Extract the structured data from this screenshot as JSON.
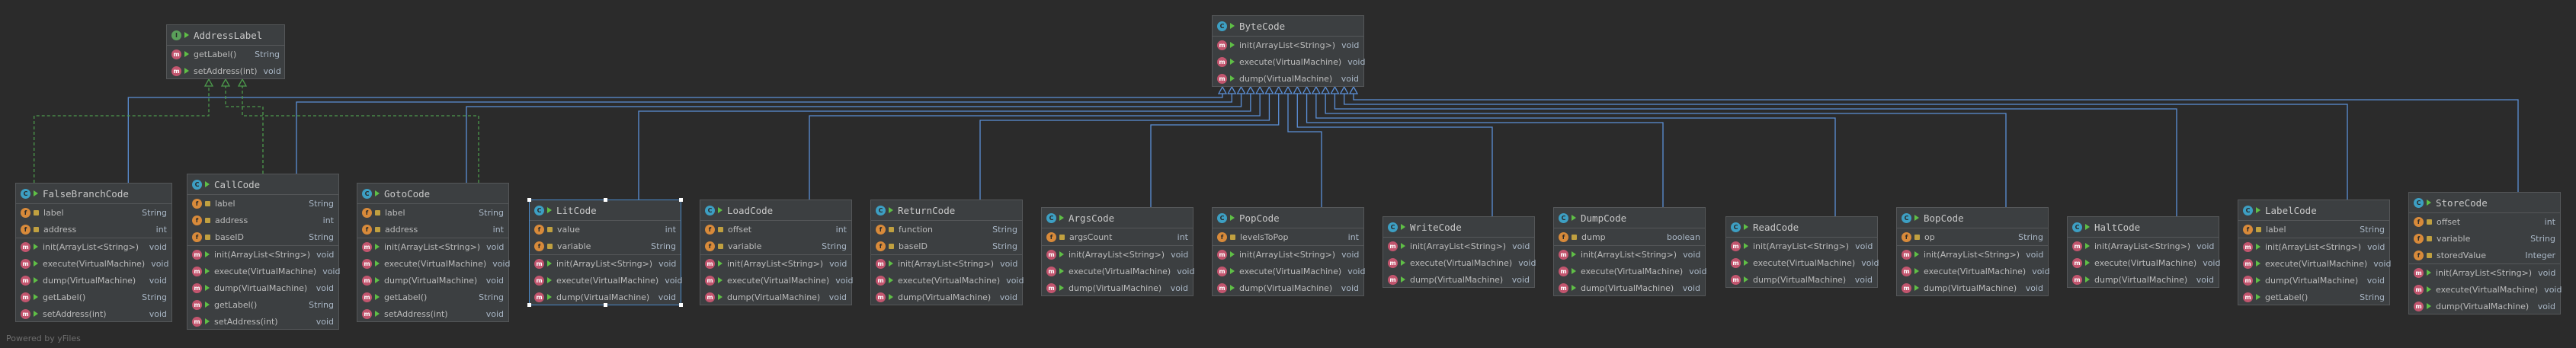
{
  "footer": "Powered by yFiles",
  "colors": {
    "background": "#2b2b2b",
    "node_fill": "#3c3f41",
    "inheritance_edge": "#5b8fd6",
    "realization_edge": "#4c9a4c",
    "selection": "#4a88c7"
  },
  "classes": [
    {
      "id": "AddressLabel",
      "name": "AddressLabel",
      "kind": "interface",
      "fields": [],
      "methods": [
        {
          "name": "getLabel()",
          "type": "String"
        },
        {
          "name": "setAddress(int)",
          "type": "void"
        }
      ]
    },
    {
      "id": "ByteCode",
      "name": "ByteCode",
      "kind": "abstract",
      "fields": [],
      "methods": [
        {
          "name": "init(ArrayList<String>)",
          "type": "void"
        },
        {
          "name": "execute(VirtualMachine)",
          "type": "void"
        },
        {
          "name": "dump(VirtualMachine)",
          "type": "void"
        }
      ]
    },
    {
      "id": "FalseBranchCode",
      "name": "FalseBranchCode",
      "kind": "class",
      "fields": [
        {
          "name": "label",
          "type": "String"
        },
        {
          "name": "address",
          "type": "int"
        }
      ],
      "methods": [
        {
          "name": "init(ArrayList<String>)",
          "type": "void"
        },
        {
          "name": "execute(VirtualMachine)",
          "type": "void"
        },
        {
          "name": "dump(VirtualMachine)",
          "type": "void"
        },
        {
          "name": "getLabel()",
          "type": "String"
        },
        {
          "name": "setAddress(int)",
          "type": "void"
        }
      ]
    },
    {
      "id": "CallCode",
      "name": "CallCode",
      "kind": "class",
      "fields": [
        {
          "name": "label",
          "type": "String"
        },
        {
          "name": "address",
          "type": "int"
        },
        {
          "name": "baseID",
          "type": "String"
        }
      ],
      "methods": [
        {
          "name": "init(ArrayList<String>)",
          "type": "void"
        },
        {
          "name": "execute(VirtualMachine)",
          "type": "void"
        },
        {
          "name": "dump(VirtualMachine)",
          "type": "void"
        },
        {
          "name": "getLabel()",
          "type": "String"
        },
        {
          "name": "setAddress(int)",
          "type": "void"
        }
      ]
    },
    {
      "id": "GotoCode",
      "name": "GotoCode",
      "kind": "class",
      "fields": [
        {
          "name": "label",
          "type": "String"
        },
        {
          "name": "address",
          "type": "int"
        }
      ],
      "methods": [
        {
          "name": "init(ArrayList<String>)",
          "type": "void"
        },
        {
          "name": "execute(VirtualMachine)",
          "type": "void"
        },
        {
          "name": "dump(VirtualMachine)",
          "type": "void"
        },
        {
          "name": "getLabel()",
          "type": "String"
        },
        {
          "name": "setAddress(int)",
          "type": "void"
        }
      ]
    },
    {
      "id": "LitCode",
      "name": "LitCode",
      "kind": "class",
      "selected": true,
      "fields": [
        {
          "name": "value",
          "type": "int"
        },
        {
          "name": "variable",
          "type": "String"
        }
      ],
      "methods": [
        {
          "name": "init(ArrayList<String>)",
          "type": "void"
        },
        {
          "name": "execute(VirtualMachine)",
          "type": "void"
        },
        {
          "name": "dump(VirtualMachine)",
          "type": "void"
        }
      ]
    },
    {
      "id": "LoadCode",
      "name": "LoadCode",
      "kind": "class",
      "fields": [
        {
          "name": "offset",
          "type": "int"
        },
        {
          "name": "variable",
          "type": "String"
        }
      ],
      "methods": [
        {
          "name": "init(ArrayList<String>)",
          "type": "void"
        },
        {
          "name": "execute(VirtualMachine)",
          "type": "void"
        },
        {
          "name": "dump(VirtualMachine)",
          "type": "void"
        }
      ]
    },
    {
      "id": "ReturnCode",
      "name": "ReturnCode",
      "kind": "class",
      "fields": [
        {
          "name": "function",
          "type": "String"
        },
        {
          "name": "baseID",
          "type": "String"
        }
      ],
      "methods": [
        {
          "name": "init(ArrayList<String>)",
          "type": "void"
        },
        {
          "name": "execute(VirtualMachine)",
          "type": "void"
        },
        {
          "name": "dump(VirtualMachine)",
          "type": "void"
        }
      ]
    },
    {
      "id": "ArgsCode",
      "name": "ArgsCode",
      "kind": "class",
      "fields": [
        {
          "name": "argsCount",
          "type": "int"
        }
      ],
      "methods": [
        {
          "name": "init(ArrayList<String>)",
          "type": "void"
        },
        {
          "name": "execute(VirtualMachine)",
          "type": "void"
        },
        {
          "name": "dump(VirtualMachine)",
          "type": "void"
        }
      ]
    },
    {
      "id": "PopCode",
      "name": "PopCode",
      "kind": "class",
      "fields": [
        {
          "name": "levelsToPop",
          "type": "int"
        }
      ],
      "methods": [
        {
          "name": "init(ArrayList<String>)",
          "type": "void"
        },
        {
          "name": "execute(VirtualMachine)",
          "type": "void"
        },
        {
          "name": "dump(VirtualMachine)",
          "type": "void"
        }
      ]
    },
    {
      "id": "WriteCode",
      "name": "WriteCode",
      "kind": "class",
      "fields": [],
      "methods": [
        {
          "name": "init(ArrayList<String>)",
          "type": "void"
        },
        {
          "name": "execute(VirtualMachine)",
          "type": "void"
        },
        {
          "name": "dump(VirtualMachine)",
          "type": "void"
        }
      ]
    },
    {
      "id": "DumpCode",
      "name": "DumpCode",
      "kind": "class",
      "fields": [
        {
          "name": "dump",
          "type": "boolean"
        }
      ],
      "methods": [
        {
          "name": "init(ArrayList<String>)",
          "type": "void"
        },
        {
          "name": "execute(VirtualMachine)",
          "type": "void"
        },
        {
          "name": "dump(VirtualMachine)",
          "type": "void"
        }
      ]
    },
    {
      "id": "ReadCode",
      "name": "ReadCode",
      "kind": "class",
      "fields": [],
      "methods": [
        {
          "name": "init(ArrayList<String>)",
          "type": "void"
        },
        {
          "name": "execute(VirtualMachine)",
          "type": "void"
        },
        {
          "name": "dump(VirtualMachine)",
          "type": "void"
        }
      ]
    },
    {
      "id": "BopCode",
      "name": "BopCode",
      "kind": "class",
      "fields": [
        {
          "name": "op",
          "type": "String"
        }
      ],
      "methods": [
        {
          "name": "init(ArrayList<String>)",
          "type": "void"
        },
        {
          "name": "execute(VirtualMachine)",
          "type": "void"
        },
        {
          "name": "dump(VirtualMachine)",
          "type": "void"
        }
      ]
    },
    {
      "id": "HaltCode",
      "name": "HaltCode",
      "kind": "class",
      "fields": [],
      "methods": [
        {
          "name": "init(ArrayList<String>)",
          "type": "void"
        },
        {
          "name": "execute(VirtualMachine)",
          "type": "void"
        },
        {
          "name": "dump(VirtualMachine)",
          "type": "void"
        }
      ]
    },
    {
      "id": "LabelCode",
      "name": "LabelCode",
      "kind": "class",
      "fields": [
        {
          "name": "label",
          "type": "String"
        }
      ],
      "methods": [
        {
          "name": "init(ArrayList<String>)",
          "type": "void"
        },
        {
          "name": "execute(VirtualMachine)",
          "type": "void"
        },
        {
          "name": "dump(VirtualMachine)",
          "type": "void"
        },
        {
          "name": "getLabel()",
          "type": "String"
        }
      ]
    },
    {
      "id": "StoreCode",
      "name": "StoreCode",
      "kind": "class",
      "fields": [
        {
          "name": "offset",
          "type": "int"
        },
        {
          "name": "variable",
          "type": "String"
        },
        {
          "name": "storedValue",
          "type": "Integer"
        }
      ],
      "methods": [
        {
          "name": "init(ArrayList<String>)",
          "type": "void"
        },
        {
          "name": "execute(VirtualMachine)",
          "type": "void"
        },
        {
          "name": "dump(VirtualMachine)",
          "type": "void"
        }
      ]
    }
  ],
  "inheritance": [
    {
      "from": "FalseBranchCode",
      "to": "ByteCode"
    },
    {
      "from": "CallCode",
      "to": "ByteCode"
    },
    {
      "from": "GotoCode",
      "to": "ByteCode"
    },
    {
      "from": "LitCode",
      "to": "ByteCode"
    },
    {
      "from": "LoadCode",
      "to": "ByteCode"
    },
    {
      "from": "ReturnCode",
      "to": "ByteCode"
    },
    {
      "from": "ArgsCode",
      "to": "ByteCode"
    },
    {
      "from": "PopCode",
      "to": "ByteCode"
    },
    {
      "from": "WriteCode",
      "to": "ByteCode"
    },
    {
      "from": "DumpCode",
      "to": "ByteCode"
    },
    {
      "from": "ReadCode",
      "to": "ByteCode"
    },
    {
      "from": "BopCode",
      "to": "ByteCode"
    },
    {
      "from": "HaltCode",
      "to": "ByteCode"
    },
    {
      "from": "LabelCode",
      "to": "ByteCode"
    },
    {
      "from": "StoreCode",
      "to": "ByteCode"
    }
  ],
  "realization": [
    {
      "from": "FalseBranchCode",
      "to": "AddressLabel"
    },
    {
      "from": "CallCode",
      "to": "AddressLabel"
    },
    {
      "from": "GotoCode",
      "to": "AddressLabel"
    }
  ]
}
